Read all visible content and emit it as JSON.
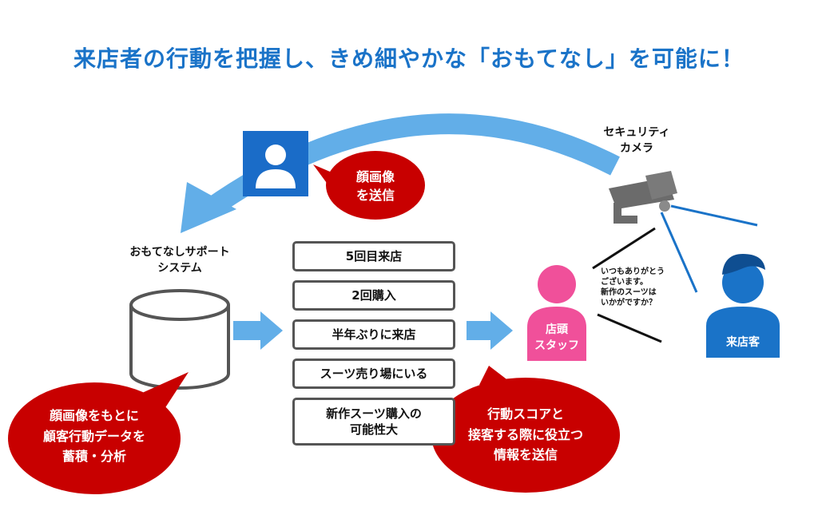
{
  "title": "来店者の行動を把握し、きめ細やかな「おもてなし」を可能に！",
  "camera_label": [
    "セキュリティ",
    "カメラ"
  ],
  "face_bubble": [
    "顔画像",
    "を送信"
  ],
  "system_label": [
    "おもてなしサポート",
    "システム"
  ],
  "steps": [
    "5回目来店",
    "2回購入",
    "半年ぶりに来店",
    "スーツ売り場にいる",
    "新作スーツ購入の\n可能性大"
  ],
  "left_bubble": [
    "顔画像をもとに",
    "顧客行動データを",
    "蓄積・分析"
  ],
  "right_bubble": [
    "行動スコアと",
    "接客する際に役立つ",
    "情報を送信"
  ],
  "staff_label": [
    "店頭",
    "スタッフ"
  ],
  "customer_label": "来店客",
  "speech_lines": [
    "いつもありがとう",
    "ございます。",
    "新作のスーツは",
    "いかがですか？"
  ],
  "colors": {
    "title": "#1a73c8",
    "arrow": "#5aa9e6",
    "bubble": "#c80000",
    "staff": "#f0509a",
    "customer": "#1a73c8",
    "face_icon_bg": "#1a6cc8"
  }
}
